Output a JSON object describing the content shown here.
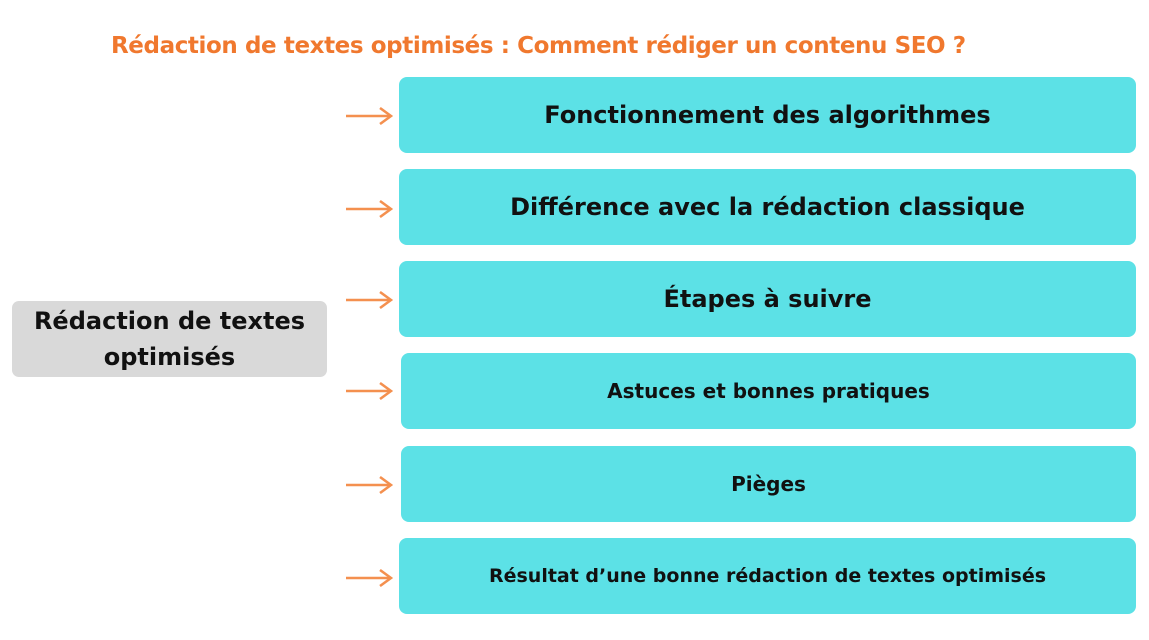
{
  "title": "Rédaction de textes optimisés : Comment rédiger un contenu SEO ?",
  "root": {
    "label": "Rédaction de textes optimisés"
  },
  "branches": [
    {
      "label": "Fonctionnement des algorithmes"
    },
    {
      "label": "Différence avec la rédaction classique"
    },
    {
      "label": "Étapes à suivre"
    },
    {
      "label": "Astuces et bonnes pratiques"
    },
    {
      "label": "Pièges"
    },
    {
      "label": "Résultat d’une bonne rédaction de textes optimisés"
    }
  ],
  "colors": {
    "title": "#f0782e",
    "arrow": "#f4904f",
    "branch_fill": "#5ce1e6",
    "root_fill": "#d9d9d9",
    "text": "#111111"
  },
  "icons": {
    "connector": "arrow-right-icon"
  }
}
